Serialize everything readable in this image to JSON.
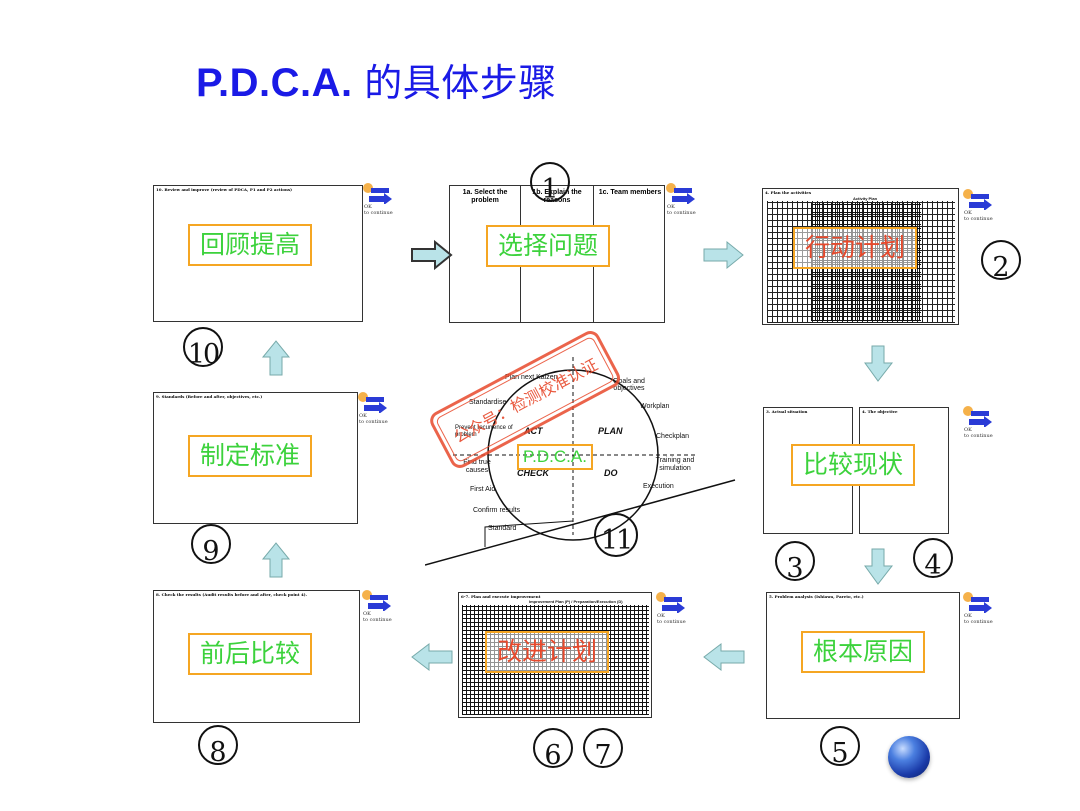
{
  "title": {
    "latin": "P.D.C.A.",
    "chinese": "的具体步骤"
  },
  "ok_badge": {
    "line1": "OK",
    "line2": "to continue"
  },
  "steps": [
    {
      "number": "1",
      "label": "选择问题",
      "subpanels": [
        "1a. Select the problem",
        "1b. Explain the reasons",
        "1c. Team members"
      ]
    },
    {
      "number": "2",
      "label": "行动计划",
      "panel_title": "4. Plan the activities",
      "panel_header": "Activity Plan"
    },
    {
      "number": "3",
      "subpanel": "3. Actual situation"
    },
    {
      "number": "4",
      "subpanel": "4. The objective",
      "label": "比较现状"
    },
    {
      "number": "5",
      "label": "根本原因",
      "panel_title": "5. Problem analysis (Ishiawa, Pareto, etc.)"
    },
    {
      "number": "6",
      "label": "改进计划",
      "panel_title": "6-7. Plan and execute improvement",
      "panel_header": "Improvement Plan (P) / Preparation/Execution (D)"
    },
    {
      "number": "7"
    },
    {
      "number": "8",
      "label": "前后比较",
      "panel_title": "8. Check the results (Audit results before and after, check point 4)."
    },
    {
      "number": "9",
      "label": "制定标准",
      "panel_title": "9. Standards (Before and after, objectives, etc.)"
    },
    {
      "number": "10",
      "label": "回顾提高",
      "panel_title": "10. Review and improve (review of PDCA, P1 and P2 actions)"
    },
    {
      "number": "11"
    }
  ],
  "pdca_wheel": {
    "quadrants": [
      "ACT",
      "PLAN",
      "CHECK",
      "DO"
    ],
    "center": "P.D.C.A.",
    "words": [
      "Plan next Kaizen",
      "Goals and objectives",
      "Standardise",
      "Workplan",
      "Prevent recurrence of problem",
      "Checkplan",
      "Find true causes",
      "Training and simulation",
      "First Aid",
      "Execution",
      "Confirm results",
      "Standard"
    ]
  },
  "watermark": "公众号：检测校准认证",
  "colors": {
    "title": "#1a1ae6",
    "label_text": "#3cd23c",
    "label_border": "#f5a623",
    "arrow_fill": "#b9e3e8",
    "stamp": "#e7492c"
  }
}
